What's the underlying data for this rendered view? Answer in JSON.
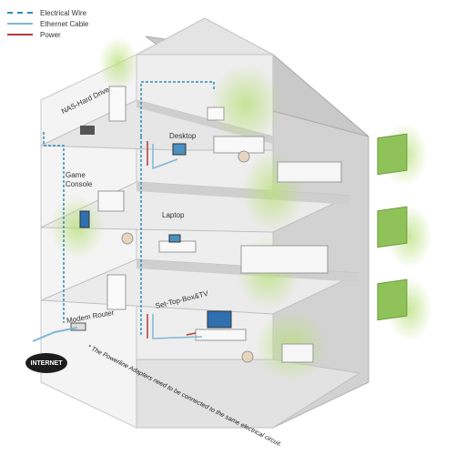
{
  "legend": {
    "items": [
      {
        "label": "Electrical Wire",
        "color": "#2d8fb8",
        "style": "dashed"
      },
      {
        "label": "Ethernet Cable",
        "color": "#7fb7d6",
        "style": "solid"
      },
      {
        "label": "Power",
        "color": "#b33a3a",
        "style": "solid"
      }
    ]
  },
  "rooms": {
    "nas": "NAS-Hard Drive",
    "desktop": "Desktop",
    "game_console_line1": "Game",
    "game_console_line2": "Console",
    "laptop": "Laptop",
    "modem": "Modem Router",
    "tv": "Set-Top-Box&TV"
  },
  "internet_label": "INTERNET",
  "footnote": "* The Powerline Adapters need to be connected to the same electrical circuit.",
  "colors": {
    "wall_light": "#f2f2f2",
    "wall_mid": "#dcdcdc",
    "wall_dark": "#bdbdbd",
    "roof": "#cfcfcf",
    "floor": "#e9e9e9",
    "glow": "#b9e07a",
    "window": "#8fc35a",
    "electrical": "#2d8fb8",
    "ethernet": "#7fb7d6",
    "power": "#b33a3a"
  }
}
